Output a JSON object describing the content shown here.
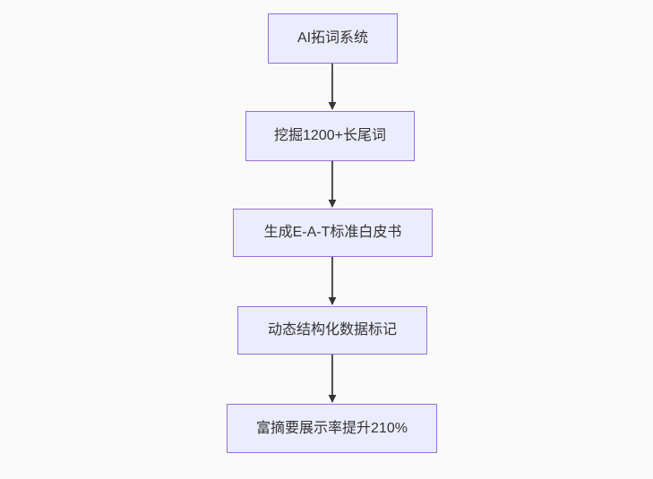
{
  "page": {
    "background_color": "#fafafa"
  },
  "flowchart": {
    "type": "flowchart-top-down",
    "node_fill_color": "#ECECFF",
    "node_border_color": "#9370DB",
    "text_color": "#333333",
    "arrow_color": "#333333",
    "nodes": [
      {
        "id": "step-1",
        "label": "AI拓词系统"
      },
      {
        "id": "step-2",
        "label": "挖掘1200+长尾词"
      },
      {
        "id": "step-3",
        "label": "生成E-A-T标准白皮书"
      },
      {
        "id": "step-4",
        "label": "动态结构化数据标记"
      },
      {
        "id": "step-5",
        "label": "富摘要展示率提升210%"
      }
    ],
    "edges": [
      {
        "from": "AI拓词系统",
        "to": "挖掘1200+长尾词"
      },
      {
        "from": "挖掘1200+长尾词",
        "to": "生成E-A-T标准白皮书"
      },
      {
        "from": "生成E-A-T标准白皮书",
        "to": "动态结构化数据标记"
      },
      {
        "from": "动态结构化数据标记",
        "to": "富摘要展示率提升210%"
      }
    ]
  }
}
